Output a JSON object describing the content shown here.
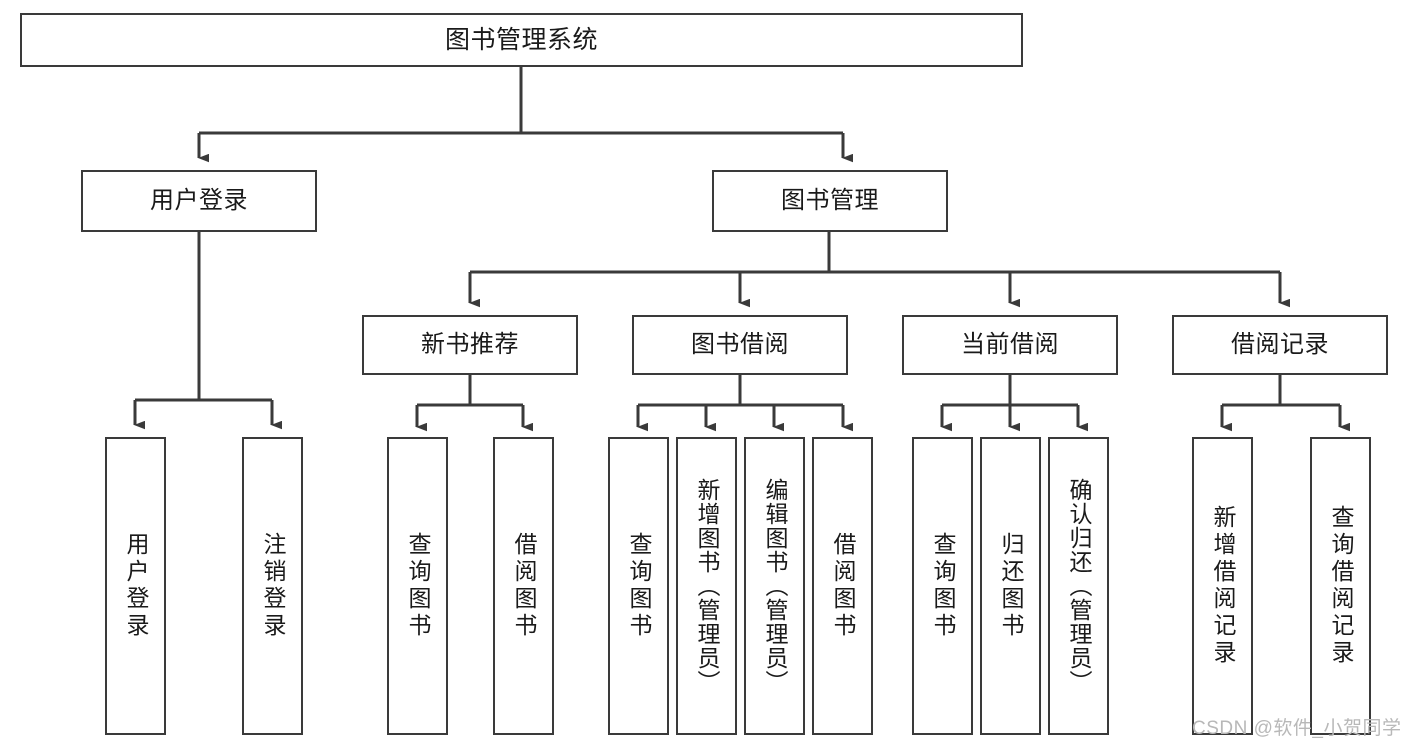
{
  "diagram": {
    "type": "tree-hierarchy-chart",
    "title": "图书管理系统",
    "line_color": "#3a3a3a",
    "box_fill": "#ffffff",
    "text_color": "#1a1a1a",
    "watermark": "CSDN @软件_小贺同学",
    "watermark_color": "#b8b8b8"
  },
  "nodes": {
    "root": {
      "label": "图书管理系统"
    },
    "level2": [
      {
        "id": "user-login",
        "label": "用户登录"
      },
      {
        "id": "book-manage",
        "label": "图书管理"
      }
    ],
    "level3": [
      {
        "id": "new-book-recommend",
        "label": "新书推荐"
      },
      {
        "id": "book-borrow",
        "label": "图书借阅"
      },
      {
        "id": "current-borrow",
        "label": "当前借阅"
      },
      {
        "id": "borrow-record",
        "label": "借阅记录"
      }
    ],
    "leaves": {
      "user_login": [
        {
          "id": "leaf-user-login",
          "label": "用户登录"
        },
        {
          "id": "leaf-logout-login",
          "label": "注销登录"
        }
      ],
      "new_book_recommend": [
        {
          "id": "leaf-query-book-1",
          "label": "查询图书"
        },
        {
          "id": "leaf-borrow-book-1",
          "label": "借阅图书"
        }
      ],
      "book_borrow": [
        {
          "id": "leaf-query-book-2",
          "label": "查询图书"
        },
        {
          "id": "leaf-add-book",
          "label": "新增图书（管理员）"
        },
        {
          "id": "leaf-edit-book",
          "label": "编辑图书（管理员）"
        },
        {
          "id": "leaf-borrow-book-2",
          "label": "借阅图书"
        }
      ],
      "current_borrow": [
        {
          "id": "leaf-query-book-3",
          "label": "查询图书"
        },
        {
          "id": "leaf-return-book",
          "label": "归还图书"
        },
        {
          "id": "leaf-confirm-return",
          "label": "确认归还（管理员）"
        }
      ],
      "borrow_record": [
        {
          "id": "leaf-add-record",
          "label": "新增借阅记录"
        },
        {
          "id": "leaf-query-record",
          "label": "查询借阅记录"
        }
      ]
    }
  }
}
